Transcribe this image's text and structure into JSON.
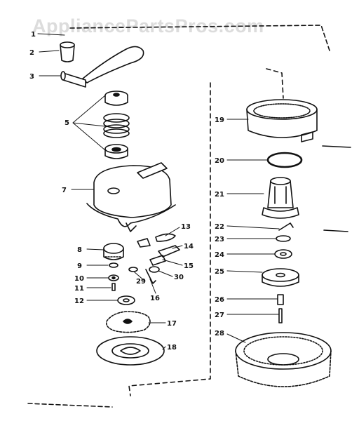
{
  "watermark": "AppliancePartsPros.com",
  "callouts": [
    "1",
    "2",
    "3",
    "5",
    "7",
    "8",
    "9",
    "10",
    "11",
    "12",
    "13",
    "14",
    "15",
    "16",
    "17",
    "18",
    "19",
    "20",
    "21",
    "22",
    "23",
    "24",
    "25",
    "26",
    "27",
    "28",
    "29",
    "30"
  ],
  "colors": {
    "ink": "#111111",
    "watermark": "#dcdcdc",
    "background": "#ffffff"
  }
}
